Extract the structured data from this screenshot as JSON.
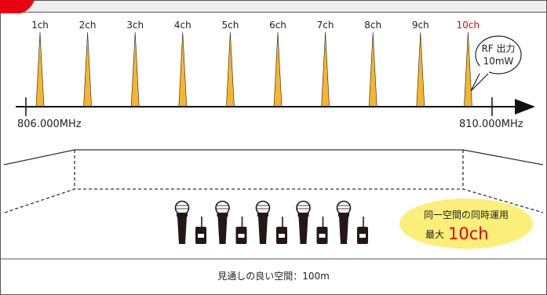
{
  "spectrum": {
    "channels": [
      "1ch",
      "2ch",
      "3ch",
      "4ch",
      "5ch",
      "6ch",
      "7ch",
      "8ch",
      "9ch",
      "10ch"
    ],
    "highlight_channel_index": 9,
    "freq_start_label": "806.000MHz",
    "freq_end_label": "810.000MHz",
    "rf_output_line1": "RF 出力",
    "rf_output_line2": "10mW"
  },
  "room": {
    "set_count": 5,
    "callout_line1": "同一空間の同時運用",
    "callout_prefix": "最大",
    "callout_value": "10ch",
    "footer_text": "見通しの良い空間：100m"
  },
  "colors": {
    "peak_fill": "#F7B52C",
    "highlight_text": "#E60012",
    "callout_bg": "#FBEF7A",
    "badge_red": "#E60012",
    "device_dark": "#231815",
    "panel_bg": "#EFEFEF"
  },
  "icons": {
    "arrow": "arrow-right-icon",
    "mic": "handheld-mic-icon",
    "transmitter": "bodypack-transmitter-icon"
  }
}
